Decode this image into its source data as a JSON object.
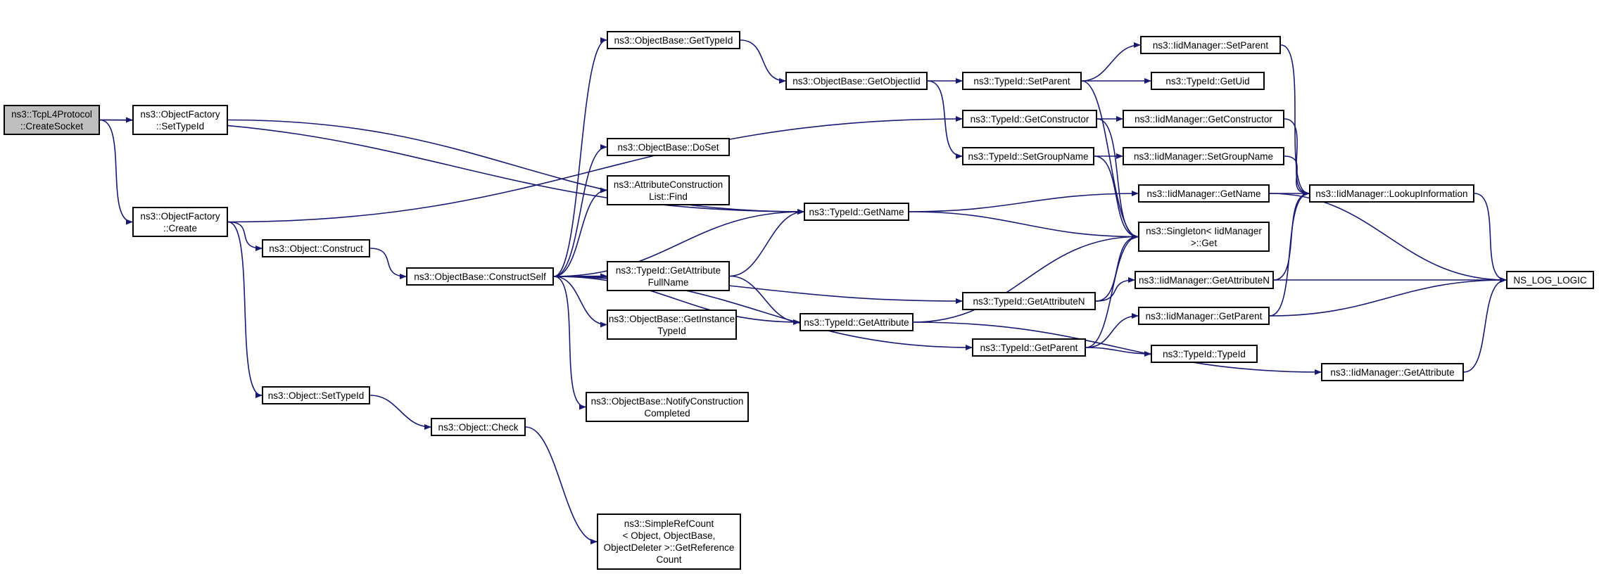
{
  "colors": {
    "edge": "#191970",
    "border": "#000000",
    "root_fill": "#bfbfbf",
    "node_fill": "#ffffff"
  },
  "nodes": {
    "create_socket": [
      "ns3::TcpL4Protocol",
      "::CreateSocket"
    ],
    "of_settypeid": [
      "ns3::ObjectFactory",
      "::SetTypeId"
    ],
    "of_create": [
      "ns3::ObjectFactory",
      "::Create"
    ],
    "obj_construct": [
      "ns3::Object::Construct"
    ],
    "obj_settypeid": [
      "ns3::Object::SetTypeId"
    ],
    "obj_check": [
      "ns3::Object::Check"
    ],
    "ob_constructself": [
      "ns3::ObjectBase::ConstructSelf"
    ],
    "ob_gettypeid": [
      "ns3::ObjectBase::GetTypeId"
    ],
    "ob_doset": [
      "ns3::ObjectBase::DoSet"
    ],
    "acl_find": [
      "ns3::AttributeConstruction",
      "List::Find"
    ],
    "tid_getattrfullname": [
      "ns3::TypeId::GetAttribute",
      "FullName"
    ],
    "ob_getinstancetypeid": [
      "ns3::ObjectBase::GetInstance",
      "TypeId"
    ],
    "ob_notify": [
      "ns3::ObjectBase::NotifyConstruction",
      "Completed"
    ],
    "simplerefcount": [
      "ns3::SimpleRefCount",
      "< Object, ObjectBase,",
      "ObjectDeleter >::GetReference",
      "Count"
    ],
    "ob_getobjectiid": [
      "ns3::ObjectBase::GetObjectIid"
    ],
    "tid_getname": [
      "ns3::TypeId::GetName"
    ],
    "tid_getattribute": [
      "ns3::TypeId::GetAttribute"
    ],
    "tid_setparent": [
      "ns3::TypeId::SetParent"
    ],
    "tid_getconstructor": [
      "ns3::TypeId::GetConstructor"
    ],
    "tid_setgroupname": [
      "ns3::TypeId::SetGroupName"
    ],
    "tid_getattributen": [
      "ns3::TypeId::GetAttributeN"
    ],
    "tid_getparent": [
      "ns3::TypeId::GetParent"
    ],
    "iid_setparent": [
      "ns3::IidManager::SetParent"
    ],
    "tid_getuid": [
      "ns3::TypeId::GetUid"
    ],
    "iid_getconstructor": [
      "ns3::IidManager::GetConstructor"
    ],
    "iid_setgroupname": [
      "ns3::IidManager::SetGroupName"
    ],
    "iid_getname": [
      "ns3::IidManager::GetName"
    ],
    "singleton_get": [
      "ns3::Singleton< IidManager",
      ">::Get"
    ],
    "iid_getattributen": [
      "ns3::IidManager::GetAttributeN"
    ],
    "iid_getparent": [
      "ns3::IidManager::GetParent"
    ],
    "tid_typeid": [
      "ns3::TypeId::TypeId"
    ],
    "iid_getattribute": [
      "ns3::IidManager::GetAttribute"
    ],
    "iid_lookupinfo": [
      "ns3::IidManager::LookupInformation"
    ],
    "ns_log_logic": [
      "NS_LOG_LOGIC"
    ]
  },
  "edges": [
    [
      "create_socket",
      "of_settypeid"
    ],
    [
      "create_socket",
      "of_create"
    ],
    [
      "create_socket",
      "tid_getname"
    ],
    [
      "of_settypeid",
      "tid_getname"
    ],
    [
      "of_create",
      "obj_construct"
    ],
    [
      "of_create",
      "obj_settypeid"
    ],
    [
      "of_create",
      "tid_getconstructor"
    ],
    [
      "obj_construct",
      "ob_constructself"
    ],
    [
      "obj_settypeid",
      "obj_check"
    ],
    [
      "obj_check",
      "simplerefcount"
    ],
    [
      "ob_constructself",
      "ob_gettypeid"
    ],
    [
      "ob_constructself",
      "ob_doset"
    ],
    [
      "ob_constructself",
      "acl_find"
    ],
    [
      "ob_constructself",
      "tid_getname"
    ],
    [
      "ob_constructself",
      "tid_getattrfullname"
    ],
    [
      "ob_constructself",
      "ob_getinstancetypeid"
    ],
    [
      "ob_constructself",
      "ob_notify"
    ],
    [
      "ob_constructself",
      "tid_getattribute"
    ],
    [
      "ob_constructself",
      "tid_getattributen"
    ],
    [
      "ob_constructself",
      "tid_getparent"
    ],
    [
      "ob_gettypeid",
      "ob_getobjectiid"
    ],
    [
      "ob_getobjectiid",
      "tid_setparent"
    ],
    [
      "ob_getobjectiid",
      "tid_setgroupname"
    ],
    [
      "tid_getattrfullname",
      "tid_getname"
    ],
    [
      "tid_getattrfullname",
      "tid_getattribute"
    ],
    [
      "tid_getname",
      "iid_getname"
    ],
    [
      "tid_getname",
      "singleton_get"
    ],
    [
      "tid_getattribute",
      "singleton_get"
    ],
    [
      "tid_getattribute",
      "iid_getattribute"
    ],
    [
      "tid_setparent",
      "iid_setparent"
    ],
    [
      "tid_setparent",
      "tid_getuid"
    ],
    [
      "tid_setparent",
      "singleton_get"
    ],
    [
      "tid_getconstructor",
      "iid_getconstructor"
    ],
    [
      "tid_getconstructor",
      "singleton_get"
    ],
    [
      "tid_setgroupname",
      "iid_setgroupname"
    ],
    [
      "tid_setgroupname",
      "singleton_get"
    ],
    [
      "tid_getattributen",
      "iid_getattributen"
    ],
    [
      "tid_getattributen",
      "singleton_get"
    ],
    [
      "tid_getparent",
      "iid_getparent"
    ],
    [
      "tid_getparent",
      "tid_typeid"
    ],
    [
      "tid_getparent",
      "singleton_get"
    ],
    [
      "iid_setparent",
      "iid_lookupinfo"
    ],
    [
      "iid_getconstructor",
      "iid_lookupinfo"
    ],
    [
      "iid_setgroupname",
      "iid_lookupinfo"
    ],
    [
      "iid_getname",
      "iid_lookupinfo"
    ],
    [
      "iid_getname",
      "ns_log_logic"
    ],
    [
      "iid_getattributen",
      "iid_lookupinfo"
    ],
    [
      "iid_getattributen",
      "ns_log_logic"
    ],
    [
      "iid_getparent",
      "iid_lookupinfo"
    ],
    [
      "iid_getparent",
      "ns_log_logic"
    ],
    [
      "iid_getattribute",
      "ns_log_logic"
    ],
    [
      "iid_lookupinfo",
      "ns_log_logic"
    ]
  ]
}
